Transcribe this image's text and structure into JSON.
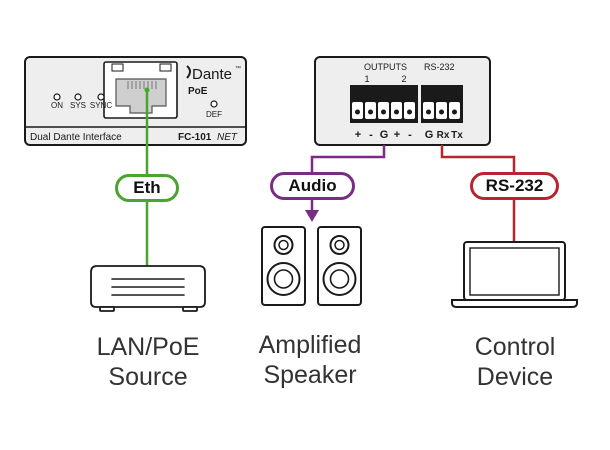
{
  "colors": {
    "eth": "#4aa42f",
    "audio": "#7a2c82",
    "rs232": "#b5262e",
    "panel": "#eeeeee",
    "dark": "#1a1a1a"
  },
  "left_device": {
    "brand": "Dante",
    "brand_sup": "™",
    "poe": "PoE",
    "leds": [
      "ON",
      "SYS",
      "SYNC"
    ],
    "def": "DEF",
    "footer_left": "Dual Dante Interface",
    "footer_model": "FC-101",
    "footer_model_suffix": "NET"
  },
  "right_device": {
    "outputs_label": "OUTPUTS",
    "rs232_label": "RS-232",
    "output_numbers": [
      "1",
      "2"
    ],
    "pins": [
      "+",
      "-",
      "G",
      "+",
      "-",
      "G",
      "Rx",
      "Tx"
    ]
  },
  "tags": {
    "eth": "Eth",
    "audio": "Audio",
    "rs232": "RS-232"
  },
  "captions": {
    "lan": [
      "LAN/PoE",
      "Source"
    ],
    "speaker": [
      "Amplified",
      "Speaker"
    ],
    "control": [
      "Control",
      "Device"
    ]
  },
  "icons": [
    "router-icon",
    "speaker-icon",
    "laptop-icon"
  ]
}
